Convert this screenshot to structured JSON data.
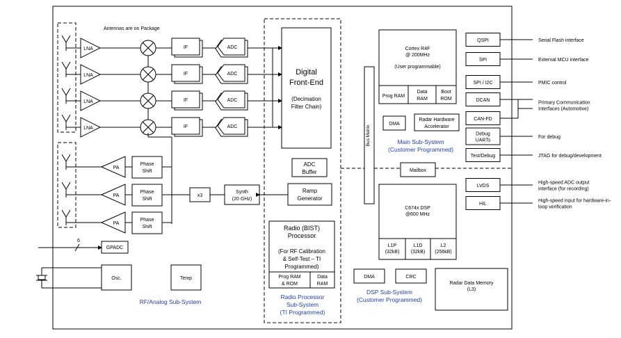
{
  "rf": {
    "antenna_note": "Antennas are on Package",
    "lna_labels": [
      "LNA",
      "LNA",
      "LNA",
      "LNA"
    ],
    "if_labels": [
      "IF",
      "IF",
      "IF",
      "IF"
    ],
    "adc_labels": [
      "ADC",
      "ADC",
      "ADC",
      "ADC"
    ],
    "pa_labels": [
      "PA",
      "PA",
      "PA"
    ],
    "phase_shift": [
      [
        "Phase",
        "Shift"
      ],
      [
        "Phase",
        "Shift"
      ],
      [
        "Phase",
        "Shift"
      ]
    ],
    "x3": "x3",
    "synth": [
      "Synth",
      "(20 GHz)"
    ],
    "gpadc": "GPADC",
    "bus_count": "6",
    "osc": "Osc.",
    "temp": "Temp",
    "title": "RF/Analog Sub-System"
  },
  "radio": {
    "dfe": [
      "Digital",
      "Front-End"
    ],
    "dfe_sub": [
      "(Decimation",
      "Filter Chain)"
    ],
    "adc_buffer": [
      "ADC",
      "Buffer"
    ],
    "ramp": [
      "Ramp",
      "Generator"
    ],
    "bist_title": [
      "Radio (BIST)",
      "Processor"
    ],
    "bist_desc": [
      "(For RF Calibration",
      "& Self-Test  – TI",
      "Programmed)"
    ],
    "prog_ram": [
      "Prog RAM",
      "& ROM"
    ],
    "data_ram": [
      "Data",
      "RAM"
    ],
    "title": [
      "Radio Processor",
      "Sub-System",
      "(TI Programmed)"
    ]
  },
  "bus_matrix": "Bus Matrix",
  "main": {
    "cortex": [
      "Cortex R4F",
      "@ 200MHz"
    ],
    "cortex_note": "(User programmable)",
    "prog_ram": "Prog RAM",
    "data_ram": [
      "Data",
      "RAM"
    ],
    "boot_rom": [
      "Boot",
      "ROM"
    ],
    "dma": "DMA",
    "radar_hw": [
      "Radar Hardware",
      "Accelerator"
    ],
    "title": [
      "Main Sub-System",
      "(Customer Programmed)"
    ]
  },
  "mailbox": "Mailbox",
  "dsp": {
    "core": [
      "C674x DSP",
      "@600 MHz"
    ],
    "l1p": [
      "L1P",
      "(32kB)"
    ],
    "l1d": [
      "L1D",
      "(32kB)"
    ],
    "l2": [
      "L2",
      "(256kB)"
    ],
    "dma": "DMA",
    "crc": "CRC",
    "radar_mem": [
      "Radar Data Memory",
      "(L3)"
    ],
    "title": [
      "DSP Sub-System",
      "(Customer Programmed)"
    ]
  },
  "interfaces": [
    {
      "name": "QSPI",
      "desc": [
        "Serial Flash interface"
      ]
    },
    {
      "name": "SPI",
      "desc": [
        "External MCU interface"
      ]
    },
    {
      "name": "SPI / I2C",
      "desc": [
        "PMIC control"
      ]
    },
    {
      "name": "DCAN",
      "desc": [
        "Primary Communication",
        "Interfaces (Automotive)"
      ]
    },
    {
      "name": "CAN-FD",
      "desc": []
    },
    {
      "name": [
        "Debug",
        "UARTs"
      ],
      "desc": [
        "For debug"
      ]
    },
    {
      "name": "Test/Debug",
      "desc": [
        "JTAG for debug/development"
      ]
    },
    {
      "name": "LVDS",
      "desc": [
        "High-speed ADC output",
        "interface (for recording)"
      ]
    },
    {
      "name": "HIL",
      "desc": [
        "High-speed input for hardware-in-",
        "loop verification"
      ]
    }
  ],
  "colors": {
    "subsystem_title": "#1f3fa8",
    "line": "#000000"
  }
}
